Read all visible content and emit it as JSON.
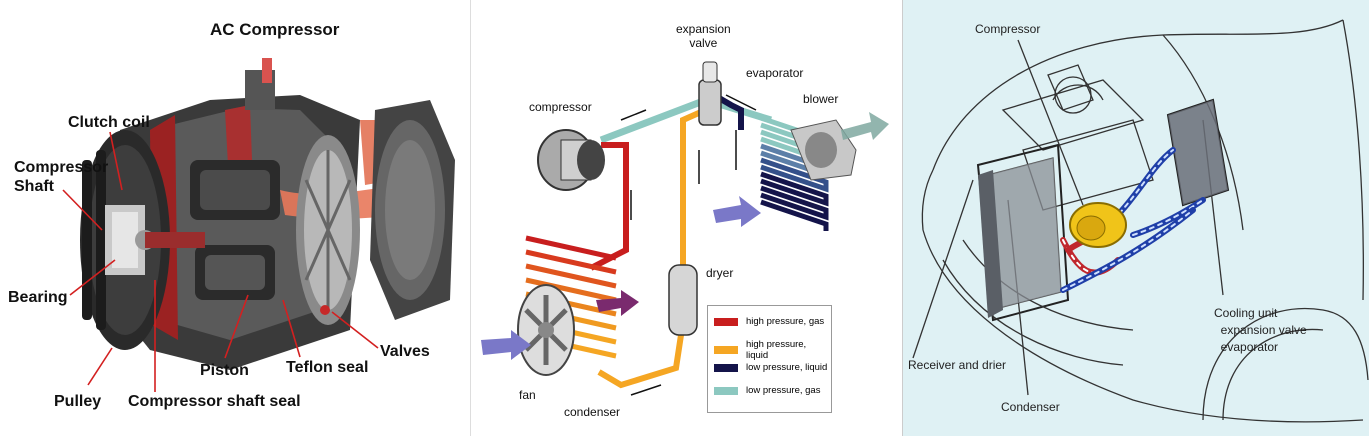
{
  "panel1": {
    "title": "AC Compressor",
    "labels": {
      "clutch_coil": "Clutch coil",
      "compressor_shaft": "Compressor\nShaft",
      "bearing": "Bearing",
      "pulley": "Pulley",
      "piston": "Piston",
      "compressor_shaft_seal": "Compressor shaft seal",
      "teflon_seal": "Teflon seal",
      "valves": "Valves"
    }
  },
  "panel2": {
    "labels": {
      "expansion_valve": "expansion\nvalve",
      "evaporator": "evaporator",
      "blower": "blower",
      "compressor": "compressor",
      "dryer": "dryer",
      "fan": "fan",
      "condenser": "condenser"
    },
    "legend": [
      {
        "label": "high pressure, gas",
        "color": "#c81e1e"
      },
      {
        "label": "high pressure, liquid",
        "color": "#f5a623"
      },
      {
        "label": "low pressure, liquid",
        "color": "#14144a"
      },
      {
        "label": "low pressure, gas",
        "color": "#8cc8c0"
      }
    ]
  },
  "panel3": {
    "labels": {
      "compressor": "Compressor",
      "receiver_and_drier": "Receiver and drier",
      "condenser": "Condenser",
      "cooling_unit": "Cooling unit\n  expansion valve\n  evaporator"
    }
  }
}
